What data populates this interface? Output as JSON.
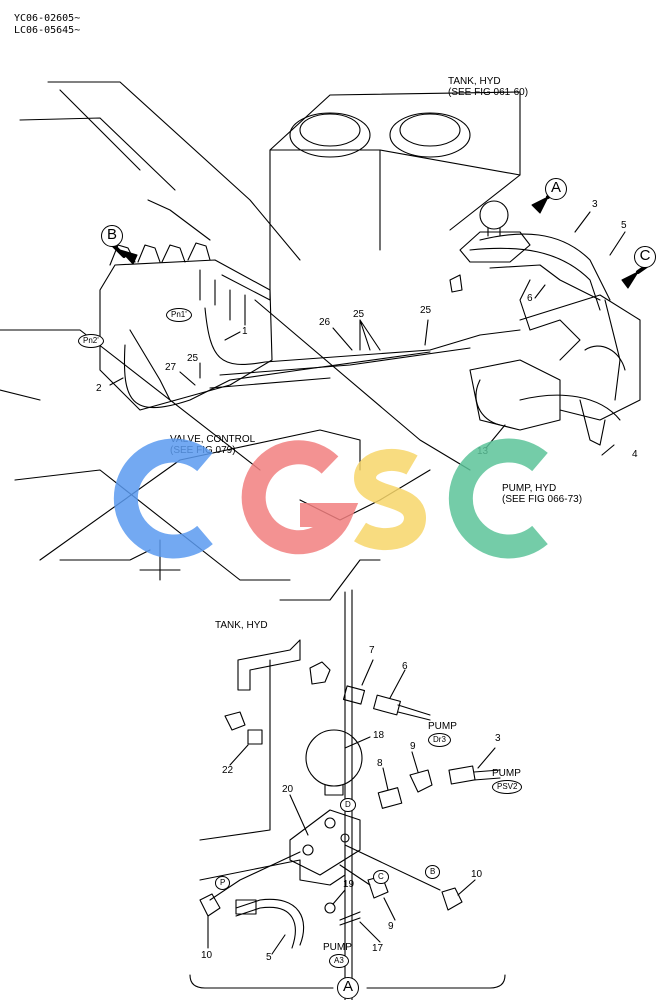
{
  "header": {
    "serial_1": "YC06-02605~",
    "serial_2": "LC06-05645~"
  },
  "labels": {
    "tank_top_1": "TANK, HYD",
    "tank_top_2": "(SEE FIG 061-60)",
    "valve_1": "VALVE, CONTROL",
    "valve_2": "(SEE FIG 079)",
    "pump_1": "PUMP, HYD",
    "pump_2": "(SEE FIG 066-73)",
    "tank_detail": "TANK, HYD",
    "pump_a": "PUMP",
    "pump_b": "PUMP",
    "pump_c": "PUMP"
  },
  "ovals": {
    "pn1": "Pn1'",
    "pn2": "Pn2'",
    "dr3": "Dr3",
    "psv2": "PSV2",
    "a3": "A3",
    "d": "D",
    "p": "P",
    "c": "C",
    "b": "B"
  },
  "views": {
    "a": "A",
    "b": "B",
    "c": "C",
    "a_bottom": "A"
  },
  "callouts": {
    "n1": "1",
    "n2": "2",
    "n3": "3",
    "n4": "4",
    "n5": "5",
    "n6": "6",
    "n13": "13",
    "n25a": "25",
    "n25b": "25",
    "n25c": "25",
    "n26": "26",
    "n27": "27",
    "d3": "3",
    "d5": "5",
    "d6": "6",
    "d7": "7",
    "d8": "8",
    "d9a": "9",
    "d9b": "9",
    "d10a": "10",
    "d10b": "10",
    "d17": "17",
    "d18": "18",
    "d19": "19",
    "d20": "20",
    "d22": "22"
  },
  "watermark": {
    "text": "CGSC",
    "colors": [
      "#5b9bf0",
      "#f28080",
      "#f7d66a",
      "#5cc49a"
    ]
  }
}
